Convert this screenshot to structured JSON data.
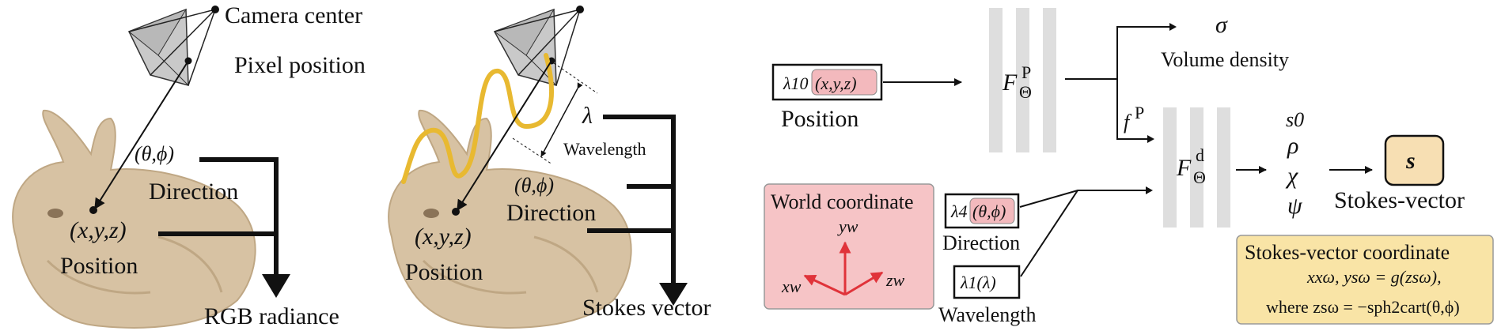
{
  "panel_rgb": {
    "camera_center": "Camera center",
    "pixel_position": "Pixel position",
    "direction_symbol": "(θ,ϕ)",
    "direction_label": "Direction",
    "position_symbol": "(x,y,z)",
    "position_label": "Position",
    "output_label": "RGB radiance"
  },
  "panel_stokes": {
    "wavelength_symbol": "λ",
    "wavelength_label": "Wavelength",
    "direction_symbol": "(θ,ϕ)",
    "direction_label": "Direction",
    "position_symbol": "(x,y,z)",
    "position_label": "Position",
    "output_label": "Stokes vector"
  },
  "network": {
    "position_enc": "λ10",
    "position_arg": "(x,y,z)",
    "position_label": "Position",
    "fp_main": "F",
    "fp_sub": "Θ",
    "fp_sup": "P",
    "sigma": "σ",
    "volume_density": "Volume density",
    "feature_main": "f",
    "feature_sup": "P",
    "fd_main": "F",
    "fd_sub": "Θ",
    "fd_sup": "d",
    "direction_enc": "λ4",
    "direction_arg": "(θ,ϕ)",
    "direction_label": "Direction",
    "wavelength_enc": "λ1(λ)",
    "wavelength_label": "Wavelength",
    "outputs": [
      "s0",
      "ρ",
      "χ",
      "ψ"
    ],
    "stokes_symbol": "s",
    "stokes_label": "Stokes-vector"
  },
  "world_coordinate": {
    "title": "World coordinate",
    "y_axis": "yw",
    "x_axis": "xw",
    "z_axis": "zw"
  },
  "stokes_coordinate": {
    "title": "Stokes-vector coordinate",
    "eq1": "xxω, ysω = g(zsω),",
    "eq2": "where  zsω = −sph2cart(θ,ϕ)"
  },
  "colors": {
    "bunny": "#d7c2a3",
    "bunny_shade": "#bfa784",
    "camera": "#c9c9c9",
    "wave": "#e8b931",
    "world_box": "#f6c4c6",
    "world_axes": "#e0333a",
    "stokes_box": "#f9e4a6",
    "stokes_node": "#f7dfb3",
    "highlight": "#f3b9bd",
    "layer_bar": "#dedede"
  }
}
